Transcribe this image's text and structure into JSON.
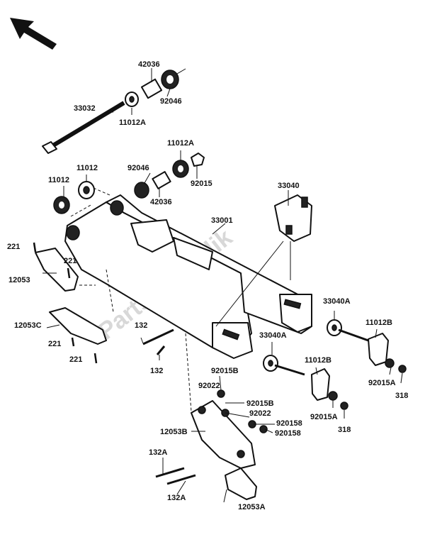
{
  "watermark": "PartsRepublik",
  "labels": {
    "p42036_top": "42036",
    "p92046_top": "92046",
    "p33032": "33032",
    "p11012A_top": "11012A",
    "p11012A_mid": "11012A",
    "p92046_mid": "92046",
    "p92015_mid": "92015",
    "p42036_mid": "42036",
    "p11012_a": "11012",
    "p11012_b": "11012",
    "p33040": "33040",
    "p33001": "33001",
    "p221_a": "221",
    "p221_b": "221",
    "p12053": "12053",
    "p12053C": "12053C",
    "p221_c": "221",
    "p221_d": "221",
    "p132_a": "132",
    "p132_b": "132",
    "p33040A_r": "33040A",
    "p11012B_r": "11012B",
    "p33040A_m": "33040A",
    "p11012B_m": "11012B",
    "p92015A_r": "92015A",
    "p318_r": "318",
    "p92015B_a": "92015B",
    "p92022_a": "92022",
    "p92015B_b": "92015B",
    "p92022_b": "92022",
    "p92015B_c": "920158",
    "p92015B_d": "920158",
    "p12053B": "12053B",
    "p92015A_m": "92015A",
    "p318_m": "318",
    "p132A_a": "132A",
    "p132A_b": "132A",
    "p12053A": "12053A"
  }
}
